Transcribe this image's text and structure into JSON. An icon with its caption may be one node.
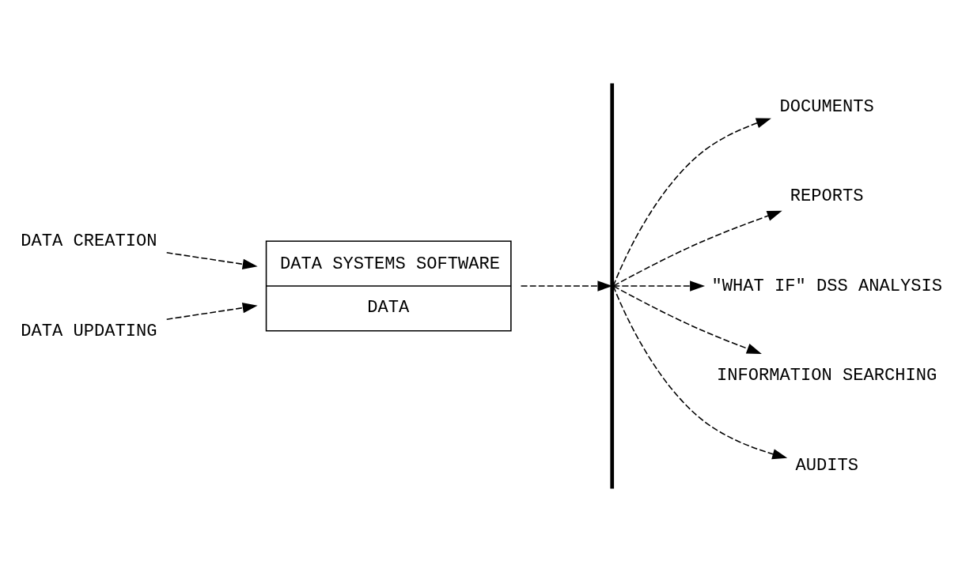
{
  "diagram": {
    "nodes": [
      {
        "text": [
          "DATA CREATION"
        ]
      },
      {
        "text": [
          "DATA UPDATING"
        ]
      },
      {
        "text": [
          "DATA SYSTEMS SOFTWARE",
          "DATA"
        ]
      },
      {
        "text": [],
        "shape": "bar"
      },
      {
        "text": [
          "DOCUMENTS"
        ]
      },
      {
        "text": [
          "REPORTS"
        ]
      },
      {
        "text": [
          "\"WHAT IF\" DSS ANALYSIS"
        ]
      },
      {
        "text": [
          "INFORMATION SEARCHING"
        ]
      },
      {
        "text": [
          "AUDITS"
        ]
      }
    ],
    "edges": [
      {
        "from": 0,
        "to": 2,
        "arrow": "to",
        "style": "dashed"
      },
      {
        "from": 1,
        "to": 2,
        "arrow": "to",
        "style": "dashed"
      },
      {
        "from": 2,
        "to": 3,
        "arrow": "to",
        "style": "dashed"
      },
      {
        "from": 3,
        "to": 4,
        "arrow": "to",
        "style": "dashed"
      },
      {
        "from": 3,
        "to": 5,
        "arrow": "to",
        "style": "dashed"
      },
      {
        "from": 3,
        "to": 6,
        "arrow": "to",
        "style": "dashed"
      },
      {
        "from": 3,
        "to": 7,
        "arrow": "to",
        "style": "dashed"
      },
      {
        "from": 3,
        "to": 8,
        "arrow": "to",
        "style": "dashed"
      }
    ]
  }
}
